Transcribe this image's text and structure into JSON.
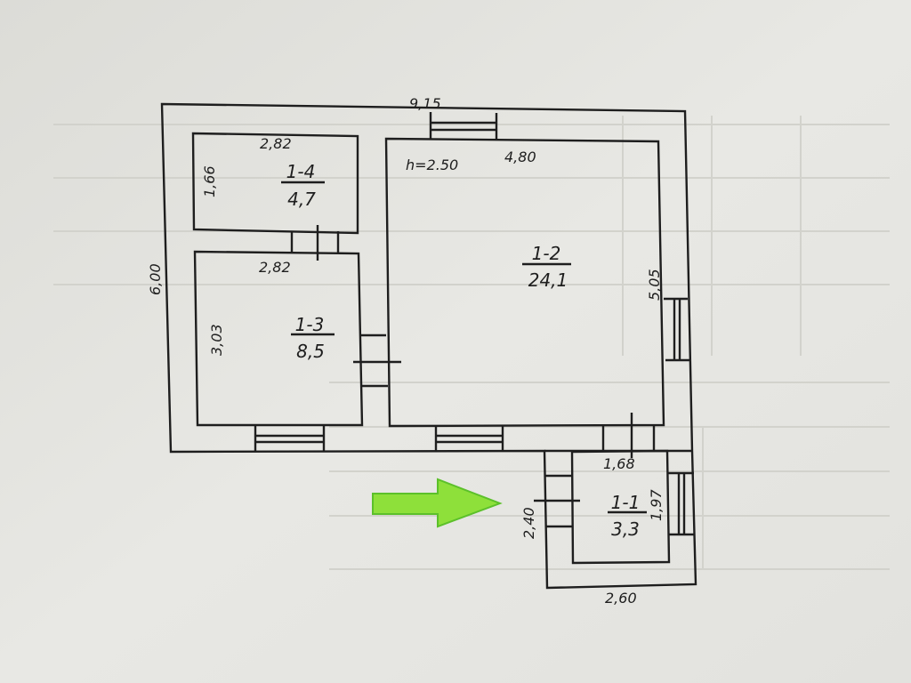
{
  "plan": {
    "overall_width": "9,15",
    "overall_depth": "6,00",
    "ceiling_height": "h=2.50",
    "rooms": [
      {
        "id": "1-4",
        "area": "4,7",
        "width": "2,82",
        "depth": "1,66"
      },
      {
        "id": "1-3",
        "area": "8,5",
        "width": "2,82",
        "depth": "3,03"
      },
      {
        "id": "1-2",
        "area": "24,1",
        "width": "4,80",
        "depth": "5,05"
      },
      {
        "id": "1-1",
        "area": "3,3",
        "width": "1,68",
        "depth": "1,97"
      }
    ],
    "annex_depth": "2,40",
    "annex_width": "2,60"
  },
  "colors": {
    "arrow": "#8ee03a",
    "ink": "#1e1e1e",
    "paper": "#e4e4e0"
  }
}
